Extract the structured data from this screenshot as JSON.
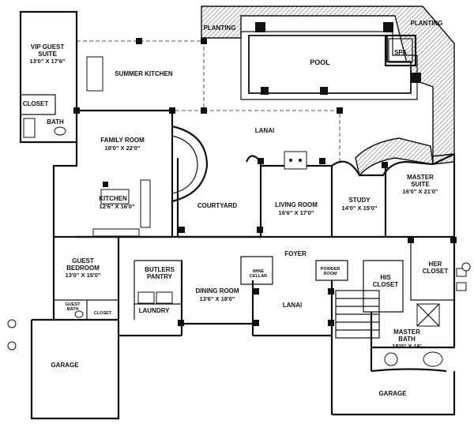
{
  "rooms": {
    "vip_guest_suite": {
      "name_line1": "VIP GUEST",
      "name_line2": "SUITE",
      "dims": "13'0\" X 17'6\""
    },
    "vip_closet": "CLOSET",
    "vip_bath": "BATH",
    "summer_kitchen": "SUMMER KITCHEN",
    "planting_left": "PLANTING",
    "planting_right": "PLANTING",
    "pool": "POOL",
    "spa": "SPA",
    "lanai_top": "LANAI",
    "family_room": {
      "name": "FAMILY ROOM",
      "dims": "18'0\" X 22'0\""
    },
    "kitchen": {
      "name": "KITCHEN",
      "dims": "12'6\" X 16'0\""
    },
    "courtyard": "COURTYARD",
    "living_room": {
      "name": "LIVING ROOM",
      "dims": "16'6\" X 17'0\""
    },
    "study": {
      "name": "STUDY",
      "dims": "14'0\" X 15'0\""
    },
    "master_suite": {
      "name_line1": "MASTER",
      "name_line2": "SUITE",
      "dims": "16'0\" X 21'0\""
    },
    "foyer": "FOYER",
    "guest_bedroom": {
      "name_line1": "GUEST",
      "name_line2": "BEDROOM",
      "dims": "13'0\" X 15'0\""
    },
    "butlers_pantry": {
      "name_line1": "BUTLERS",
      "name_line2": "PANTRY"
    },
    "wine_cellar": {
      "name_line1": "WINE",
      "name_line2": "CELLAR"
    },
    "dining_room": {
      "name": "DINING ROOM",
      "dims": "13'6\" X 18'0\""
    },
    "powder_room": {
      "name_line1": "POWDER",
      "name_line2": "ROOM"
    },
    "his_closet": {
      "name_line1": "HIS",
      "name_line2": "CLOSET"
    },
    "her_closet": {
      "name_line1": "HER",
      "name_line2": "CLOSET"
    },
    "guest_bath": {
      "name_line1": "GUEST",
      "name_line2": "BATH"
    },
    "guest_closet": "CLOSET",
    "laundry": "LAUNDRY",
    "lanai_front": "LANAI",
    "master_bath": {
      "name_line1": "MASTER",
      "name_line2": "BATH",
      "dims": "15'0\" X 16'"
    },
    "garage_left": "GARAGE",
    "garage_right": "GARAGE"
  }
}
